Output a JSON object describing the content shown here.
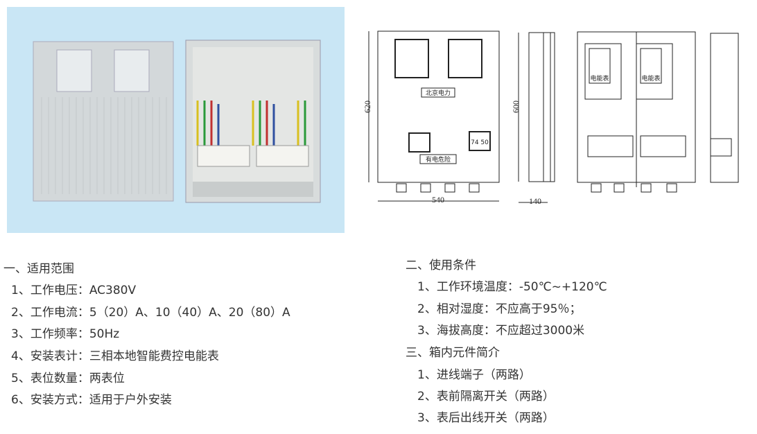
{
  "drawing": {
    "dim_height_front": "620",
    "dim_width_front": "540",
    "dim_height_side": "600",
    "dim_depth_side": "140",
    "front_label_top": "北京电力",
    "front_label_warning": "有电危险",
    "window_dims": "74 50",
    "meter_label": "电能表"
  },
  "section1": {
    "heading": "一、适用范围",
    "items": [
      "1、工作电压：AC380V",
      "2、工作电流：5（20）A、10（40）A、20（80）A",
      "3、工作频率：50Hz",
      "4、安装表计：三相本地智能费控电能表",
      "5、表位数量：两表位",
      "6、安装方式：适用于户外安装"
    ]
  },
  "section2": {
    "heading": "二、使用条件",
    "items": [
      "1、工作环境温度：-50℃~+120℃",
      "2、相对湿度：不应高于95％；",
      "3、海拔高度：不应超过3000米"
    ]
  },
  "section3": {
    "heading": "三、箱内元件简介",
    "items": [
      "1、进线端子（两路）",
      "2、表前隔离开关（两路）",
      "3、表后出线开关（两路）"
    ]
  }
}
